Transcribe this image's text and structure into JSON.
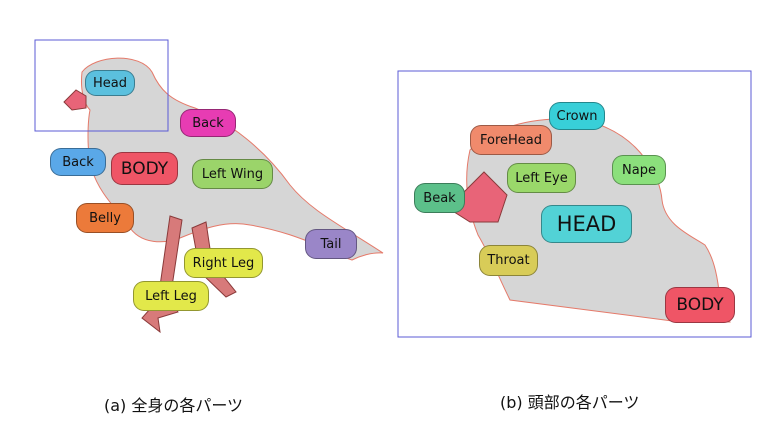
{
  "colors": {
    "bird_fill": "#d6d6d6",
    "bird_stroke": "#e57a6a",
    "leg_fill": "#d77a7a",
    "beak_fill": "#e86478",
    "frame_stroke": "#5b5bd6"
  },
  "left_panel": {
    "caption": "(a) 全身の各パーツ",
    "labels": {
      "head": "Head",
      "back_top": "Back",
      "back_left": "Back",
      "body": "BODY",
      "left_wing": "Left Wing",
      "belly": "Belly",
      "tail": "Tail",
      "right_leg": "Right Leg",
      "left_leg": "Left Leg"
    },
    "label_colors": {
      "head": "#5bc0de",
      "back_top": "#e73cb3",
      "back_left": "#5aa8e8",
      "body": "#ef5566",
      "left_wing": "#9bd46a",
      "belly": "#ec7a3a",
      "tail": "#9a86c8",
      "right_leg": "#e2e84a",
      "left_leg": "#e2e84a"
    }
  },
  "right_panel": {
    "caption": "(b) 頭部の各パーツ",
    "labels": {
      "crown": "Crown",
      "forehead": "ForeHead",
      "nape": "Nape",
      "beak": "Beak",
      "left_eye": "Left Eye",
      "head": "HEAD",
      "throat": "Throat",
      "body": "BODY"
    },
    "label_colors": {
      "crown": "#38cfd8",
      "forehead": "#f08a6c",
      "nape": "#8be07c",
      "beak": "#5cc08a",
      "left_eye": "#9ad86a",
      "head": "#52d2d6",
      "throat": "#d8cc58",
      "body": "#ef5566"
    }
  }
}
